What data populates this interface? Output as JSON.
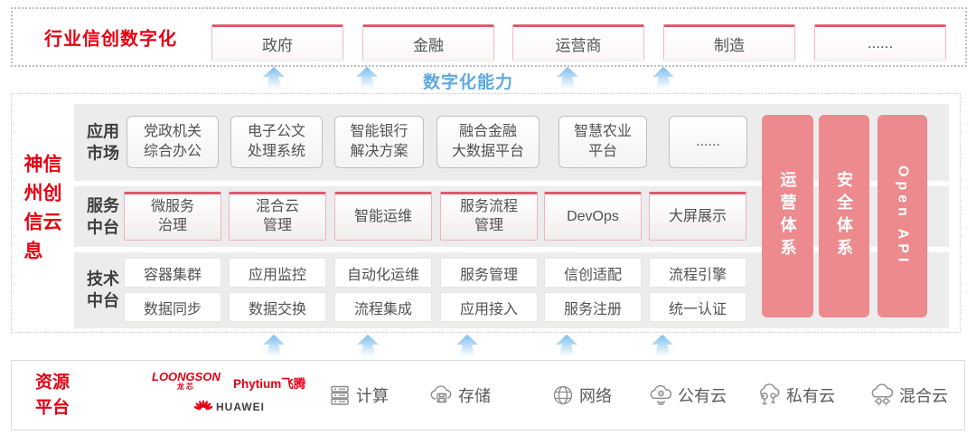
{
  "industry": {
    "label": "行业信创数字化",
    "items": [
      "政府",
      "金融",
      "运营商",
      "制造",
      "......"
    ]
  },
  "capability_caption": "数字化能力",
  "platform": {
    "title": "神州信息信创云",
    "rows": [
      {
        "label": "应用\n市场",
        "items": [
          "党政机关\n综合办公",
          "电子公文\n处理系统",
          "智能银行\n解决方案",
          "融合金融\n大数据平台",
          "智慧农业\n平台",
          "......"
        ]
      },
      {
        "label": "服务\n中台",
        "items": [
          "微服务\n治理",
          "混合云\n管理",
          "智能运维",
          "服务流程\n管理",
          "DevOps",
          "大屏展示"
        ]
      },
      {
        "label": "技术\n中台",
        "items_top": [
          "容器集群",
          "应用监控",
          "自动化运维",
          "服务管理",
          "信创适配",
          "流程引擎"
        ],
        "items_bottom": [
          "数据同步",
          "数据交换",
          "流程集成",
          "应用接入",
          "服务注册",
          "统一认证"
        ]
      }
    ],
    "pillars": [
      "运营体系",
      "安全体系",
      "Open API"
    ]
  },
  "resources": {
    "label": "资源\n平台",
    "vendors": {
      "loongson": "LOONGSON",
      "loongson_cn": "龙芯",
      "phytium": "Phytium飞腾",
      "huawei": "HUAWEI"
    },
    "items": [
      {
        "label": "计算"
      },
      {
        "label": "存储"
      },
      {
        "label": "网络"
      },
      {
        "label": "公有云"
      },
      {
        "label": "私有云"
      },
      {
        "label": "混合云"
      }
    ]
  },
  "colors": {
    "accent_red": "#e60012",
    "pillar_pink": "#ec8a8e",
    "chip_border_pink": "#dd5b6e",
    "capability_blue": "#5fa9e0",
    "row_gray": "#ececec"
  }
}
